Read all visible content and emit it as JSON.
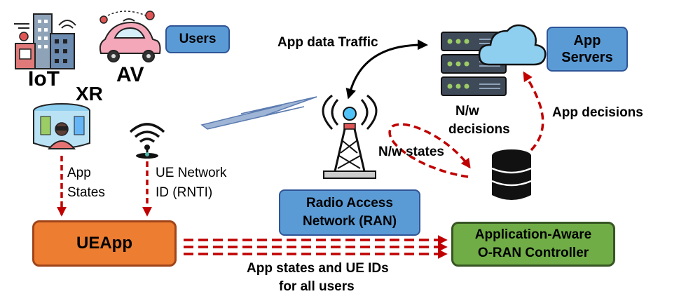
{
  "labels": {
    "users": "Users",
    "iot": "IoT",
    "av": "AV",
    "xr": "XR",
    "app_servers_line1": "App",
    "app_servers_line2": "Servers",
    "app_data_traffic": "App data Traffic",
    "nw_decisions_line1": "N/w",
    "nw_decisions_line2": "decisions",
    "app_decisions": "App decisions",
    "nw_states": "N/w states",
    "app_states_line1": "App",
    "app_states_line2": "States",
    "ue_network_id_line1": "UE Network",
    "ue_network_id_line2": "ID (RNTI)",
    "ran_line1": "Radio Access",
    "ran_line2": "Network (RAN)",
    "ueapp": "UEApp",
    "controller_line1": "Application-Aware",
    "controller_line2": "O-RAN Controller",
    "bottom_line1": "App states and UE IDs",
    "bottom_line2": "for all users"
  },
  "colors": {
    "blue_box": "#5b9bd5",
    "blue_box_border": "#2f5597",
    "orange_box": "#ed7d31",
    "orange_box_border": "#a0441a",
    "green_box": "#70ad47",
    "green_box_border": "#375623",
    "red_arrow": "#c00000",
    "server_dark": "#3f4a58",
    "server_light": "#8fa3b8",
    "cloud": "#8ecfef"
  },
  "icons": [
    "iot-building-icon",
    "av-car-icon",
    "xr-headset-user-icon",
    "wifi-antenna-icon",
    "radio-tower-icon",
    "lightning-bolt-icon",
    "server-rack-icon",
    "cloud-icon",
    "database-icon"
  ]
}
